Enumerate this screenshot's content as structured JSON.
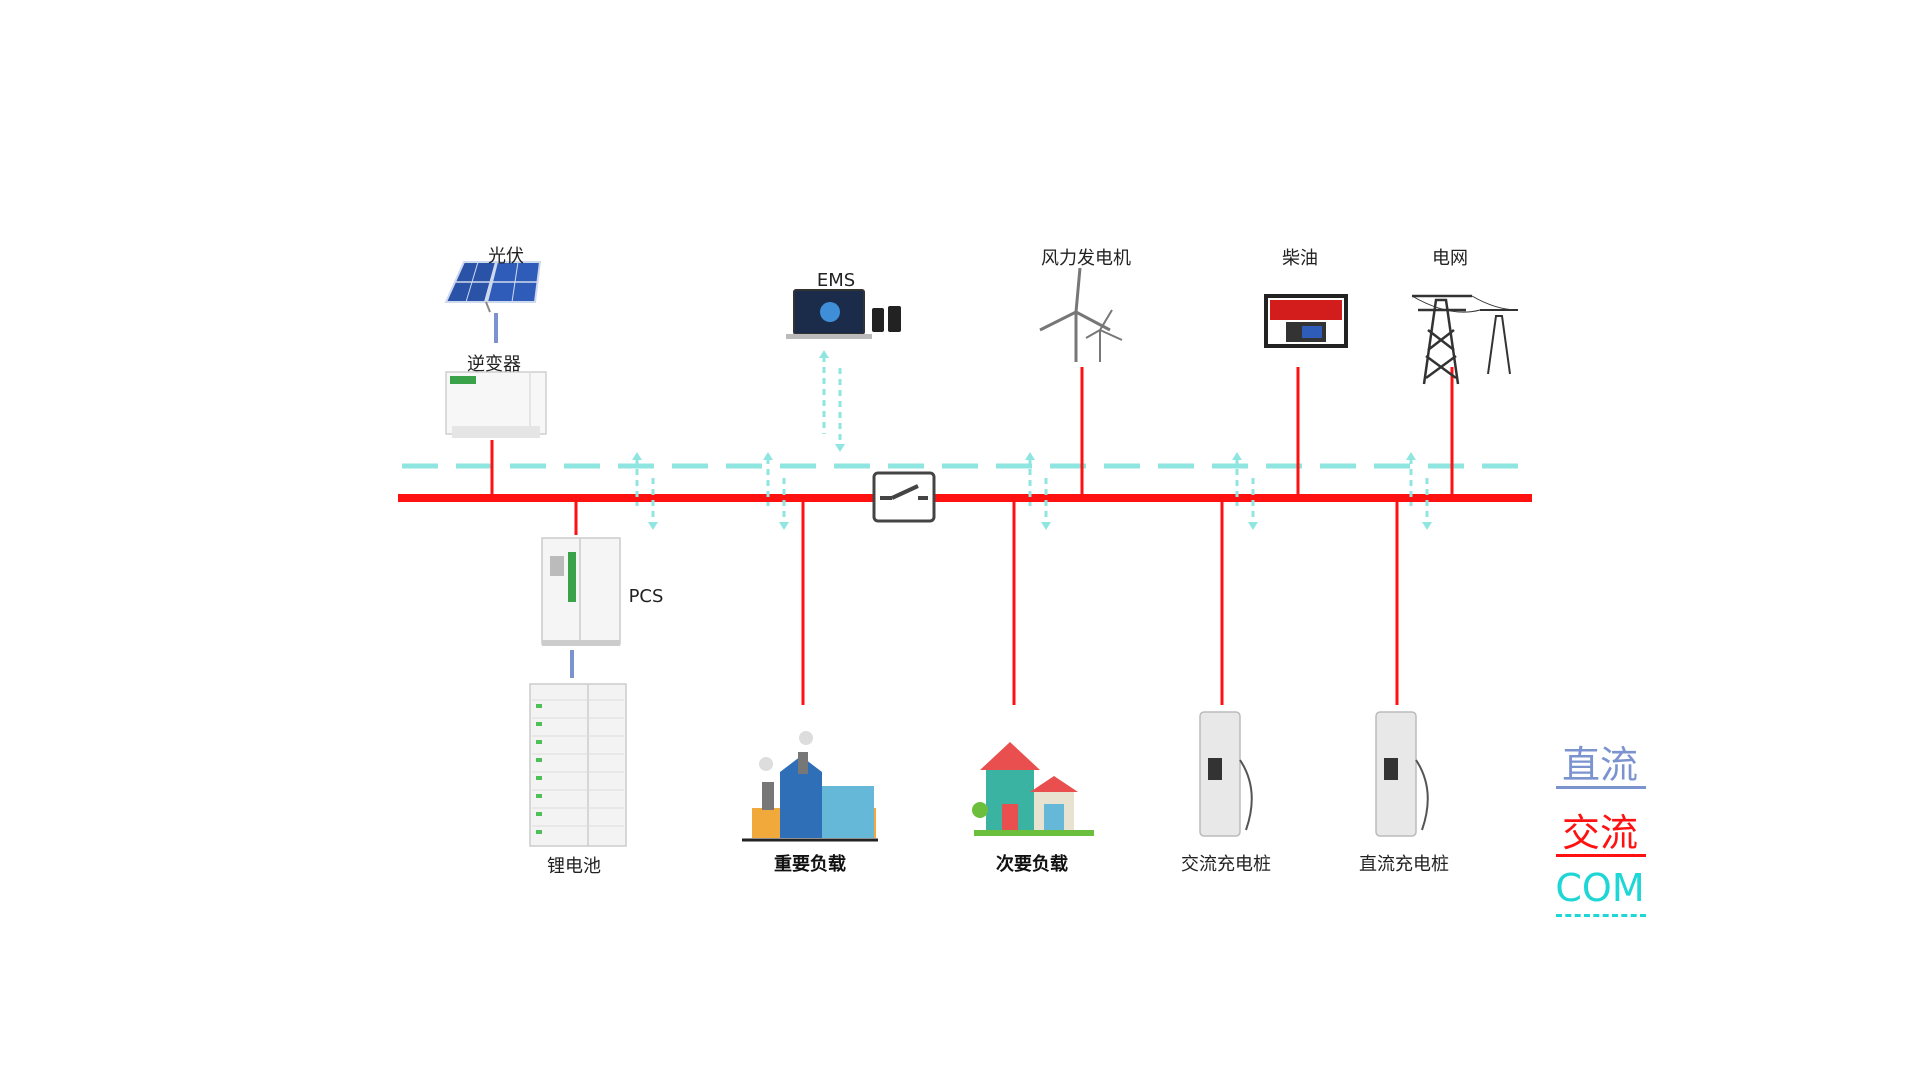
{
  "labels": {
    "pv": "光伏",
    "inverter": "逆变器",
    "ems": "EMS",
    "wind": "风力发电机",
    "diesel": "柴油",
    "grid": "电网",
    "pcs": "PCS",
    "battery": "锂电池",
    "critical_load": "重要负载",
    "secondary_load": "次要负载",
    "ac_charger": "交流充电桩",
    "dc_charger": "直流充电桩"
  },
  "legend": {
    "dc": {
      "label": "直流",
      "color": "#7b93cf"
    },
    "ac": {
      "label": "交流",
      "color": "#ff1111"
    },
    "com": {
      "label": "COM",
      "color": "#1ed6d6"
    }
  },
  "colors": {
    "ac_bus": "#ff1111",
    "com_bus": "#8fe5e0",
    "dc_link": "#7b93cf",
    "switch_border": "#444444"
  },
  "icons": {
    "pv": "solar-panel-icon",
    "inverter": "inverter-icon",
    "ems": "laptop-phone-icon",
    "wind": "wind-turbine-icon",
    "diesel": "generator-icon",
    "grid": "transmission-tower-icon",
    "pcs": "pcs-cabinet-icon",
    "battery": "battery-rack-icon",
    "critical_load": "factory-icon",
    "secondary_load": "house-icon",
    "ac_charger": "ev-charger-icon",
    "dc_charger": "ev-charger-icon",
    "switch": "switch-icon"
  }
}
